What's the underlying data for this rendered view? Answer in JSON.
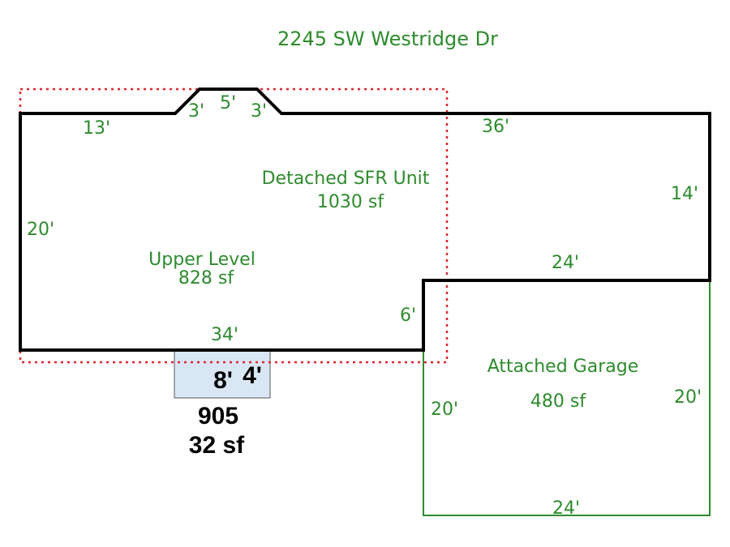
{
  "title": "2245 SW Westridge Dr",
  "main_unit": {
    "name": "Detached SFR Unit",
    "area": "1030 sf"
  },
  "upper_level": {
    "name": "Upper Level",
    "area": "828 sf"
  },
  "garage": {
    "name": "Attached Garage",
    "area": "480 sf"
  },
  "porch": {
    "depth": "8'",
    "width": "4'",
    "code": "905",
    "area": "32 sf"
  },
  "dimensions": {
    "top_left": "13'",
    "bay_left": "3'",
    "bay_top": "5'",
    "bay_right": "3'",
    "top_right": "36'",
    "left": "20'",
    "right_upper": "14'",
    "mid": "24'",
    "step": "6'",
    "bottom": "34'",
    "garage_left": "20'",
    "garage_right": "20'",
    "garage_bottom": "24'"
  },
  "colors": {
    "wall": "#000000",
    "garage_wall": "#2e8b2e",
    "label": "#2e8b2e",
    "level_outline": "#e0262a",
    "porch_fill": "#d9e7f5"
  }
}
